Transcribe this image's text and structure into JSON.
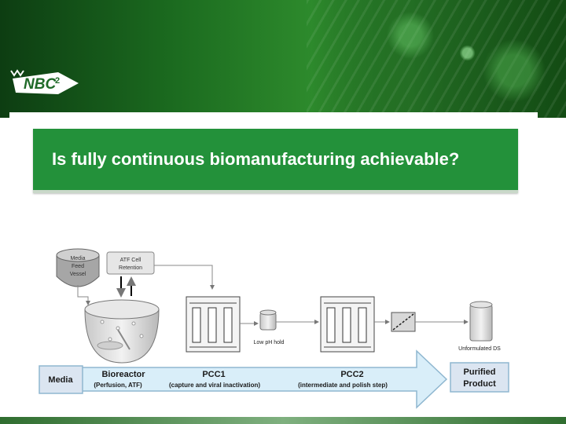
{
  "logo": {
    "text": "NBC",
    "superscript": "2"
  },
  "title": "Is fully continuous biomanufacturing achievable?",
  "diagram": {
    "media_feed_vessel": "Media Feed Vessel",
    "media_feed_lines": [
      "Media",
      "Feed",
      "Vessel"
    ],
    "atf": "ATF Cell Retention",
    "atf_lines": [
      "ATF Cell",
      "Retention"
    ],
    "low_ph_hold": "Low pH hold",
    "unformulated_ds": "Unformulated DS"
  },
  "flow": {
    "media": "Media",
    "bioreactor": "Bioreactor",
    "bioreactor_sub": "(Perfusion, ATF)",
    "pcc1": "PCC1",
    "pcc1_sub": "(capture and viral inactivation)",
    "pcc2": "PCC2",
    "pcc2_sub": "(intermediate and polish step)",
    "purified_product": "Purified Product",
    "purified_lines": [
      "Purified",
      "Product"
    ]
  },
  "colors": {
    "green_banner": "#23913a",
    "arrow_fill": "#d9eef9",
    "arrow_stroke": "#8fb7d0",
    "box_fill": "#dbe5f1"
  }
}
